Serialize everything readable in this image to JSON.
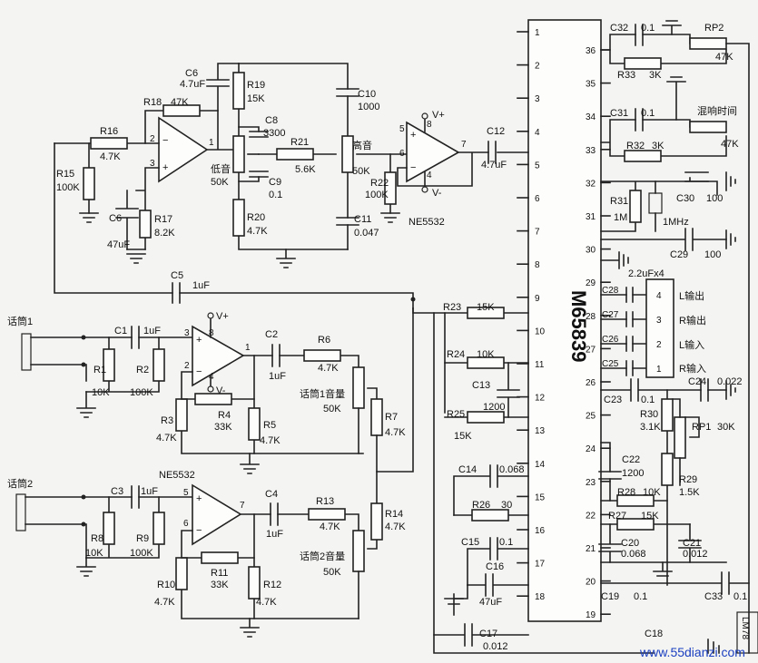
{
  "ic": {
    "name": "M65839"
  },
  "pins_left": [
    "1",
    "2",
    "3",
    "4",
    "5",
    "6",
    "7",
    "8",
    "9",
    "10",
    "11",
    "12",
    "13",
    "14",
    "15",
    "16",
    "17",
    "18"
  ],
  "pins_right": [
    "36",
    "35",
    "34",
    "33",
    "32",
    "31",
    "30",
    "29",
    "28",
    "27",
    "26",
    "25",
    "24",
    "23",
    "22",
    "21",
    "20",
    "19"
  ],
  "opamp": {
    "part": "NE5532",
    "vplus": "V+",
    "vminus": "V-"
  },
  "labels": {
    "mic1": "话筒1",
    "mic2": "话筒2",
    "bass": "低音",
    "treble": "高音",
    "mic1_vol": "话筒1音量",
    "mic2_vol": "话筒2音量",
    "echo_time": "混响时间",
    "l_out": "L输出",
    "r_out": "R输出",
    "l_in": "L输入",
    "r_in": "R输入",
    "cap_array": "2.2uFx4",
    "xtal": "1MHz",
    "partial": "LM78",
    "partial2": "C18"
  },
  "watermark": "www.55dianzi.com",
  "components": {
    "R15": "R15",
    "R15v": "100K",
    "R16": "R16",
    "R16v": "4.7K",
    "R17": "R17",
    "R17v": "8.2K",
    "R18": "R18",
    "R18v": "47K",
    "R19": "R19",
    "R19v": "15K",
    "R20": "R20",
    "R20v": "4.7K",
    "R21": "R21",
    "R21v": "5.6K",
    "R22": "R22",
    "R22v": "100K",
    "R1": "R1",
    "R1v": "10K",
    "R2": "R2",
    "R2v": "100K",
    "R3": "R3",
    "R3v": "4.7K",
    "R4": "R4",
    "R4v": "33K",
    "R5": "R5",
    "R5v": "4.7K",
    "R6": "R6",
    "R6v": "4.7K",
    "R7": "R7",
    "R7v": "4.7K",
    "R8": "R8",
    "R8v": "10K",
    "R9": "R9",
    "R9v": "100K",
    "R10": "R10",
    "R10v": "4.7K",
    "R11": "R11",
    "R11v": "33K",
    "R12": "R12",
    "R12v": "4.7K",
    "R13": "R13",
    "R13v": "4.7K",
    "R14": "R14",
    "R14v": "4.7K",
    "R23": "R23",
    "R23v": "15K",
    "R24": "R24",
    "R24v": "10K",
    "R25": "R25",
    "R25v": "15K",
    "R26": "R26",
    "R26v": "30",
    "R27": "R27",
    "R27v": "15K",
    "R28": "R28",
    "R28v": "10K",
    "R29": "R29",
    "R29v": "1.5K",
    "R30": "R30",
    "R30v": "3.1K",
    "R31": "R31",
    "R31v": "1M",
    "R32": "R32",
    "R32v": "3K",
    "R33": "R33",
    "R33v": "3K",
    "RP1": "RP1",
    "RP1v": "30K",
    "RP2": "RP2",
    "RP2v": "47K",
    "RPecho": "47K",
    "RPbass": "50K",
    "RPtreble": "50K",
    "RPmic1": "50K",
    "RPmic2": "50K",
    "C1": "C1",
    "C1v": "1uF",
    "C2": "C2",
    "C2v": "1uF",
    "C3": "C3",
    "C3v": "1uF",
    "C4": "C4",
    "C4v": "1uF",
    "C5": "C5",
    "C5v": "1uF",
    "C6a": "C6",
    "C6av": "4.7uF",
    "C6b": "C6",
    "C6bv": "47uF",
    "C8": "C8",
    "C8v": "3300",
    "C9": "C9",
    "C9v": "0.1",
    "C10": "C10",
    "C10v": "1000",
    "C11": "C11",
    "C11v": "0.047",
    "C12": "C12",
    "C12v": "4.7uF",
    "C13": "C13",
    "C13v": "1200",
    "C14": "C14",
    "C14v": "0.068",
    "C15": "C15",
    "C15v": "0.1",
    "C16": "C16",
    "C16v": "47uF",
    "C17": "C17",
    "C17v": "0.012",
    "C19": "C19",
    "C19v": "0.1",
    "C20": "C20",
    "C20v": "0.068",
    "C21": "C21",
    "C21v": "0.012",
    "C22": "C22",
    "C22v": "1200",
    "C23": "C23",
    "C23v": "0.1",
    "C24": "C24",
    "C24v": "0.022",
    "C25": "C25",
    "C26": "C26",
    "C27": "C27",
    "C28": "C28",
    "C29": "C29",
    "C29v": "100",
    "C30": "C30",
    "C30v": "100",
    "C31": "C31",
    "C31v": "0.1",
    "C32": "C32",
    "C32v": "0.1",
    "C33": "C33",
    "C33v": "0.1"
  },
  "connector": [
    "4",
    "3",
    "2",
    "1"
  ],
  "opamp_pins": {
    "a1": "2",
    "a2": "3",
    "a3": "1",
    "b1": "5",
    "b2": "6",
    "b3": "7",
    "b4": "8",
    "b5": "4",
    "m1a": "3",
    "m1b": "2",
    "m1c": "8",
    "m1d": "4",
    "m1e": "1",
    "m2a": "5",
    "m2b": "6",
    "m2c": "7"
  }
}
